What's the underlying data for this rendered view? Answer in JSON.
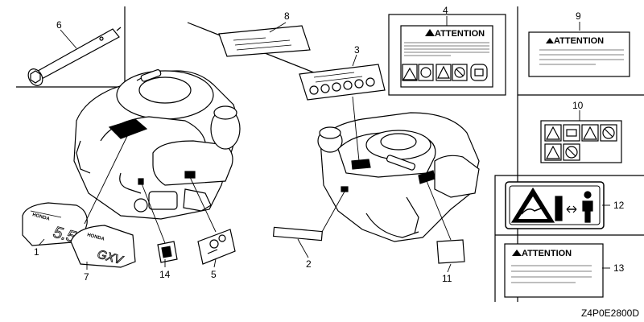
{
  "callouts": {
    "c1": "1",
    "c2": "2",
    "c3": "3",
    "c4": "4",
    "c5": "5",
    "c6": "6",
    "c7": "7",
    "c8": "8",
    "c9": "9",
    "c10": "10",
    "c11": "11",
    "c12": "12",
    "c13": "13",
    "c14": "14"
  },
  "labels": {
    "attention": "ATTENTION",
    "brand": "HONDA",
    "decal_model": "5.5",
    "decal_model_alt": "GXV"
  },
  "drawing_code": "Z4P0E2800D"
}
